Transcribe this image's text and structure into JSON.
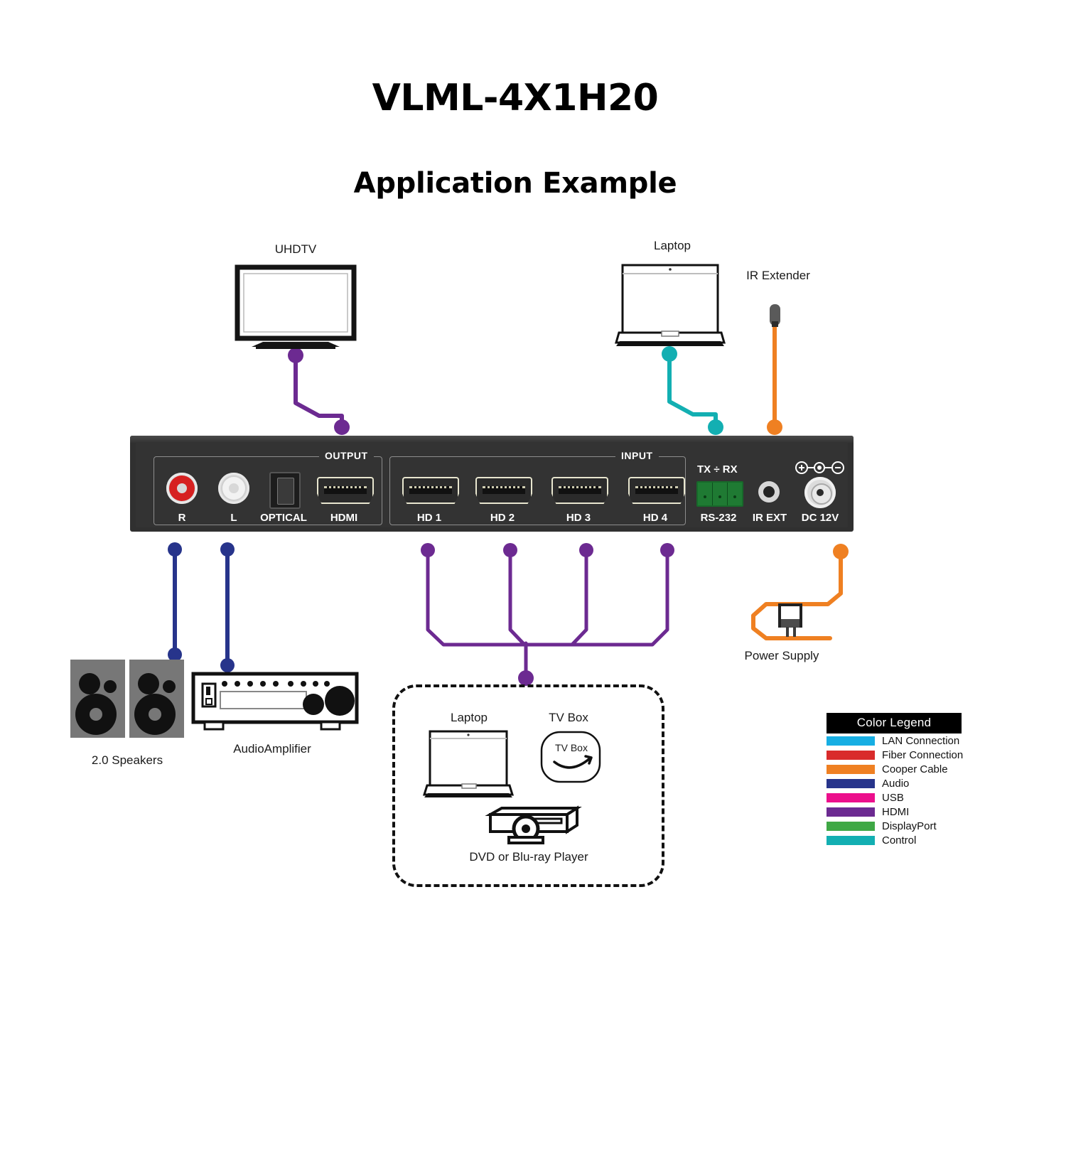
{
  "header": {
    "model_title": "VLML-4X1H20",
    "subtitle": "Application Example"
  },
  "devices": {
    "uhdtv": {
      "label": "UHDTV"
    },
    "laptop_top": {
      "label": "Laptop"
    },
    "ir_extender": {
      "label": "IR Extender"
    },
    "power_supply": {
      "label": "Power Supply"
    },
    "speakers": {
      "label": "2.0 Speakers"
    },
    "amplifier": {
      "label": "AudioAmplifier"
    },
    "laptop_source": {
      "label": "Laptop"
    },
    "tv_box": {
      "label": "TV Box",
      "body_text": "TV Box"
    },
    "dvd_player": {
      "label": "DVD or Blu-ray Player"
    }
  },
  "panel": {
    "output_group_label": "OUTPUT",
    "input_group_label": "INPUT",
    "output_ports": [
      {
        "label": "R",
        "type": "rca-red"
      },
      {
        "label": "L",
        "type": "rca-white"
      },
      {
        "label": "OPTICAL",
        "type": "toslink"
      },
      {
        "label": "HDMI",
        "type": "hdmi"
      }
    ],
    "input_ports": [
      {
        "label": "HD 1",
        "type": "hdmi"
      },
      {
        "label": "HD 2",
        "type": "hdmi"
      },
      {
        "label": "HD 3",
        "type": "hdmi"
      },
      {
        "label": "HD 4",
        "type": "hdmi"
      }
    ],
    "control_ports": [
      {
        "label": "RS-232",
        "top_label": "TX  ÷  RX",
        "type": "phoenix"
      },
      {
        "label": "IR EXT",
        "type": "mini-jack"
      },
      {
        "label": "DC 12V",
        "type": "dc-barrel"
      }
    ]
  },
  "legend": {
    "title": "Color Legend",
    "items": [
      {
        "label": "LAN Connection",
        "color": "#17AEE3"
      },
      {
        "label": "Fiber Connection",
        "color": "#D92B2B"
      },
      {
        "label": "Cooper Cable",
        "color": "#EF8022"
      },
      {
        "label": "Audio",
        "color": "#27348B"
      },
      {
        "label": "USB",
        "color": "#EC0F8C"
      },
      {
        "label": "HDMI",
        "color": "#6C2A91"
      },
      {
        "label": "DisplayPort",
        "color": "#3FA845"
      },
      {
        "label": "Control",
        "color": "#13AFB2"
      }
    ]
  },
  "cables": {
    "hdmi_color": "#6C2A91",
    "audio_color": "#27348B",
    "control_color": "#13AFB2",
    "power_color": "#EF8022"
  }
}
